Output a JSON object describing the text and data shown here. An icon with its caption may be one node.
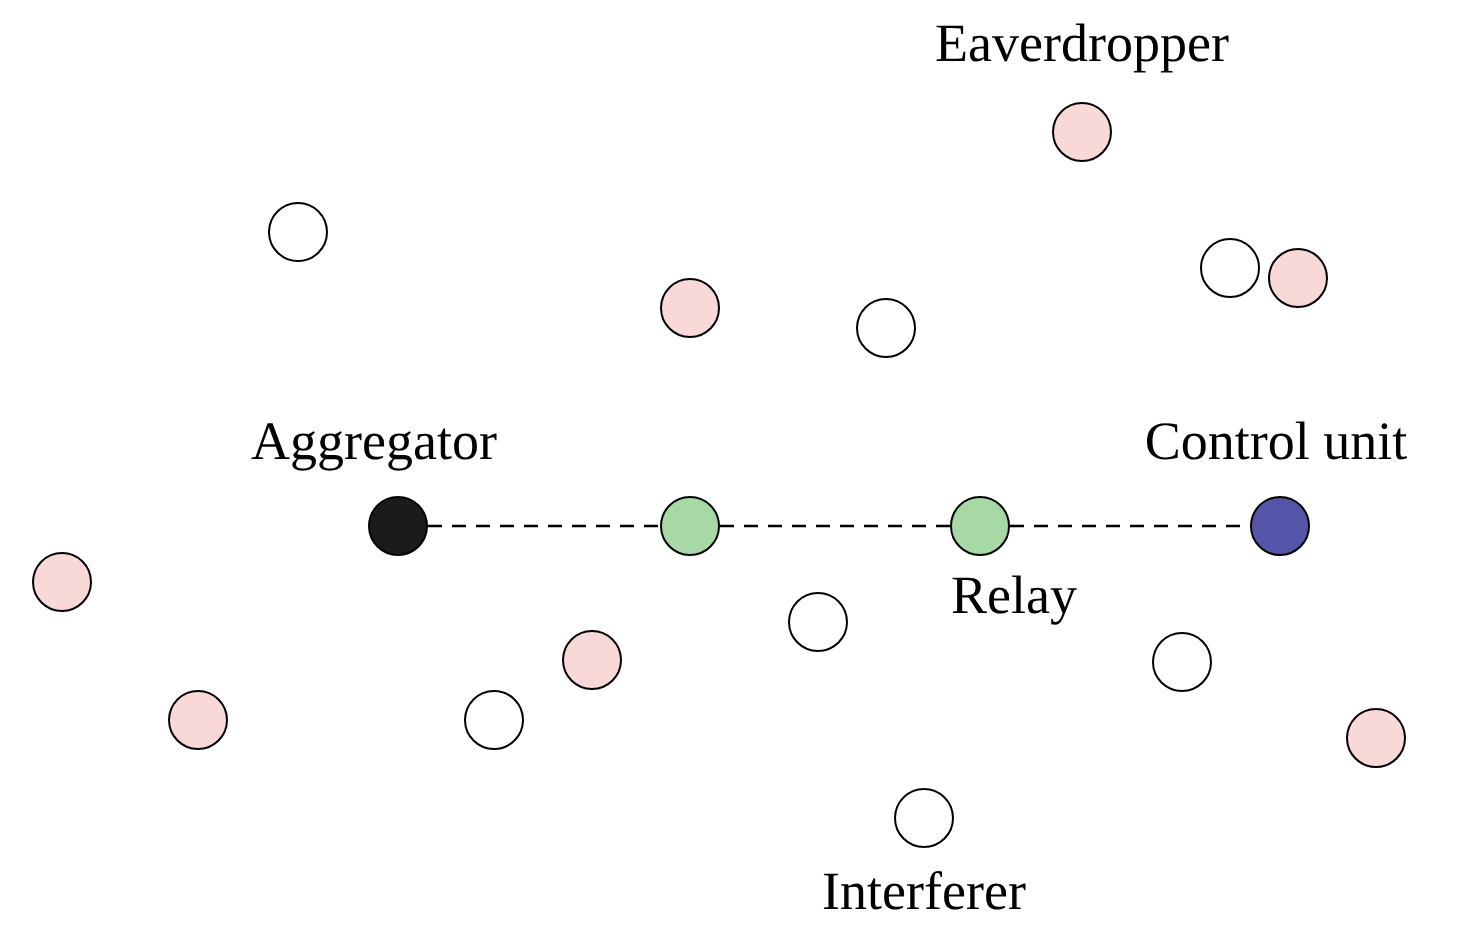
{
  "diagram": {
    "nodes": [
      {
        "text": [],
        "shape": "circle",
        "beside": [
          "Eaverdropper"
        ]
      },
      {
        "text": [],
        "shape": "circle"
      },
      {
        "text": [],
        "shape": "circle"
      },
      {
        "text": [],
        "shape": "circle"
      },
      {
        "text": [],
        "shape": "circle"
      },
      {
        "text": [],
        "shape": "circle"
      },
      {
        "text": [],
        "shape": "circle",
        "beside": [
          "Aggregator"
        ]
      },
      {
        "text": [],
        "shape": "circle"
      },
      {
        "text": [],
        "shape": "circle",
        "beside": [
          "Relay"
        ]
      },
      {
        "text": [],
        "shape": "circle",
        "beside": [
          "Control unit"
        ]
      },
      {
        "text": [],
        "shape": "circle"
      },
      {
        "text": [],
        "shape": "circle"
      },
      {
        "text": [],
        "shape": "circle"
      },
      {
        "text": [],
        "shape": "circle"
      },
      {
        "text": [],
        "shape": "circle"
      },
      {
        "text": [],
        "shape": "circle"
      },
      {
        "text": [],
        "shape": "circle"
      },
      {
        "text": [],
        "shape": "circle",
        "beside": [
          "Interferer"
        ]
      }
    ],
    "edges": [
      {
        "from": 6,
        "to": 7,
        "arrow": "none",
        "style": "dashed"
      },
      {
        "from": 7,
        "to": 8,
        "arrow": "none",
        "style": "dashed"
      },
      {
        "from": 8,
        "to": 9,
        "arrow": "none",
        "style": "dashed"
      }
    ]
  }
}
